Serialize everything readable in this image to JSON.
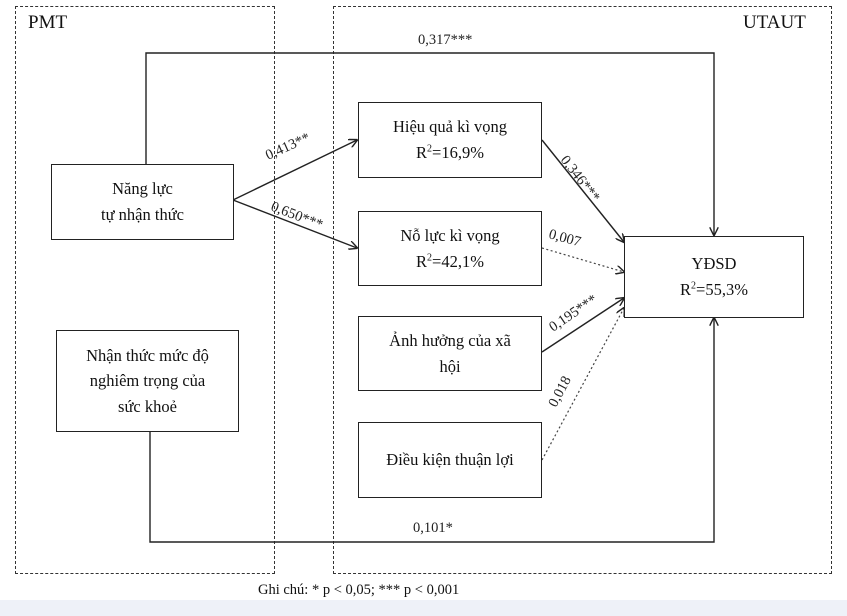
{
  "regions": {
    "pmt": "PMT",
    "utaut": "UTAUT"
  },
  "boxes": {
    "self_efficacy": {
      "line1": "Năng lực",
      "line2": "tự nhận thức"
    },
    "severity": {
      "line1": "Nhận thức mức độ",
      "line2": "nghiêm trọng của",
      "line3": "sức khoẻ"
    },
    "performance": {
      "line1": "Hiệu quả kì vọng",
      "r2_prefix": "R",
      "r2_sup": "2",
      "r2_value": "=16,9%"
    },
    "effort": {
      "line1": "Nỗ lực kì vọng",
      "r2_prefix": "R",
      "r2_sup": "2",
      "r2_value": "=42,1%"
    },
    "social": {
      "line1": "Ảnh hưởng của xã",
      "line2": "hội"
    },
    "conditions": {
      "line1": "Điều kiện thuận lợi"
    },
    "intention": {
      "line1": "YĐSD",
      "r2_prefix": "R",
      "r2_sup": "2",
      "r2_value": "=55,3%"
    }
  },
  "paths": {
    "self_to_intention": "0,317***",
    "self_to_performance": "0,413**",
    "self_to_effort": "0,650***",
    "performance_to_intention": "0,346***",
    "effort_to_intention": "0,007",
    "social_to_intention": "0,195***",
    "conditions_to_intention": "0,018",
    "severity_to_intention": "0,101*"
  },
  "note": "Ghi chú: * p < 0,05; *** p < 0,001"
}
